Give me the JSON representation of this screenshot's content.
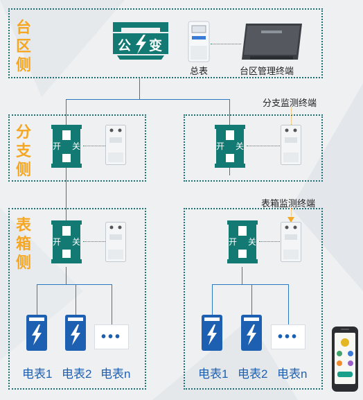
{
  "zones": {
    "station": [
      "台",
      "区",
      "侧"
    ],
    "branch": [
      "分",
      "支",
      "侧"
    ],
    "box": [
      "表",
      "箱",
      "侧"
    ]
  },
  "transformer": {
    "left_char": "公",
    "right_char": "变"
  },
  "labels": {
    "main_meter": "总表",
    "area_terminal": "台区管理终端",
    "branch_terminal": "分支监测终端",
    "box_terminal": "表箱监测终端"
  },
  "switch": {
    "open_char": "开",
    "close_char": "关"
  },
  "meters_left": [
    "电表1",
    "电表2",
    "电表n"
  ],
  "meters_right": [
    "电表1",
    "电表2",
    "电表n"
  ],
  "more_symbol": "•••",
  "colors": {
    "zone_border": "#1e6f74",
    "zone_text": "#f5a623",
    "wire": "#2b78c2",
    "switch_teal": "#137a73",
    "meter_blue": "#1d5fb0"
  }
}
